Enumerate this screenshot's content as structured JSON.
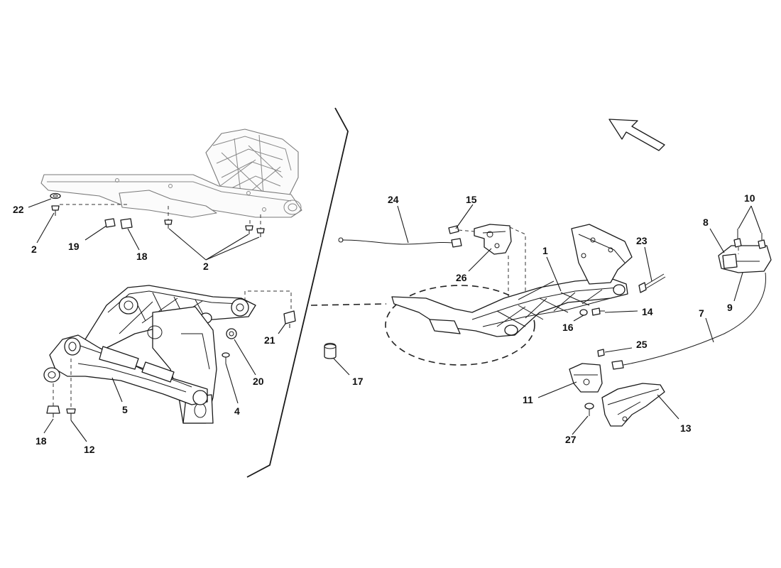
{
  "diagram": {
    "callouts": [
      {
        "id": "c22a",
        "text": "22"
      },
      {
        "id": "c2a",
        "text": "2"
      },
      {
        "id": "c19",
        "text": "19"
      },
      {
        "id": "c18a",
        "text": "18"
      },
      {
        "id": "c2b",
        "text": "2"
      },
      {
        "id": "c5",
        "text": "5"
      },
      {
        "id": "c18b",
        "text": "18"
      },
      {
        "id": "c12",
        "text": "12"
      },
      {
        "id": "c4",
        "text": "4"
      },
      {
        "id": "c20",
        "text": "20"
      },
      {
        "id": "c21",
        "text": "21"
      },
      {
        "id": "c24",
        "text": "24"
      },
      {
        "id": "c15",
        "text": "15"
      },
      {
        "id": "c26",
        "text": "26"
      },
      {
        "id": "c1",
        "text": "1"
      },
      {
        "id": "c23",
        "text": "23"
      },
      {
        "id": "c14",
        "text": "14"
      },
      {
        "id": "c16",
        "text": "16"
      },
      {
        "id": "c17",
        "text": "17"
      },
      {
        "id": "c10",
        "text": "10"
      },
      {
        "id": "c8",
        "text": "8"
      },
      {
        "id": "c9",
        "text": "9"
      },
      {
        "id": "c7",
        "text": "7"
      },
      {
        "id": "c25",
        "text": "25"
      },
      {
        "id": "c11",
        "text": "11"
      },
      {
        "id": "c13",
        "text": "13"
      },
      {
        "id": "c27",
        "text": "27"
      }
    ],
    "icons": [
      "direction-arrow-icon"
    ]
  }
}
